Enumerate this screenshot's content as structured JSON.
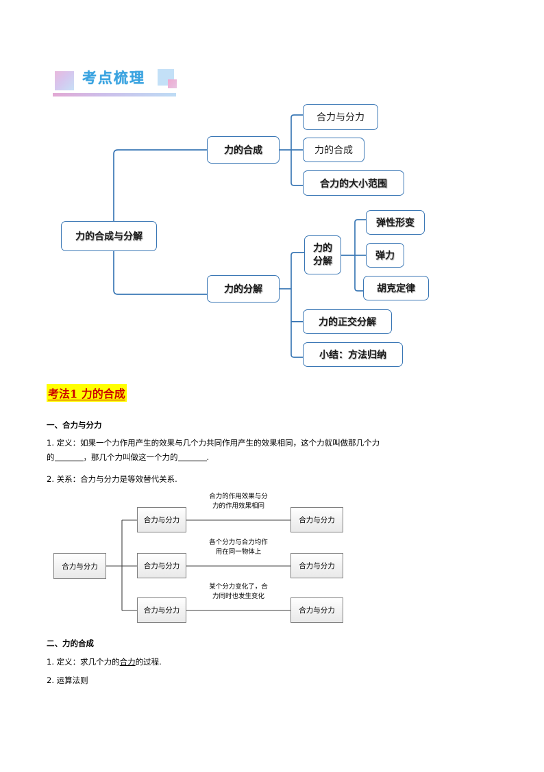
{
  "section_header": {
    "title": "考点梳理"
  },
  "mindmap1": {
    "root": "力的合成与分解",
    "branch1": {
      "label": "力的合成",
      "children": [
        "合力与分力",
        "力的合成",
        "合力的大小范围"
      ]
    },
    "branch2": {
      "label": "力的分解",
      "children": [
        {
          "label": "力的\n分解",
          "children": [
            "弹性形变",
            "弹力",
            "胡克定律"
          ]
        },
        {
          "label": "力的正交分解"
        },
        {
          "label": "小结：方法归纳"
        }
      ]
    }
  },
  "exam_heading": "考法1 力的合成",
  "section_one": {
    "heading": "一、合力与分力",
    "item1_prefix": "1. 定义：如果一个力作用产生的效果与几个力共同作用产生的效果相同，这个力就叫做那几个力",
    "item1_line2_a": "的",
    "item1_line2_b": "，那几个力叫做这一个力的",
    "item1_line2_c": ".",
    "item2": "2. 关系：合力与分力是等效替代关系."
  },
  "mindmap2": {
    "root": "合力与分力",
    "rows": [
      {
        "mid": "合力与分力",
        "edge_label": "合力的作用效果与分\n力的作用效果相同",
        "right": "合力与分力"
      },
      {
        "mid": "合力与分力",
        "edge_label": "各个分力与合力均作\n用在同一物体上",
        "right": "合力与分力"
      },
      {
        "mid": "合力与分力",
        "edge_label": "某个分力变化了，合\n力同时也发生变化",
        "right": "合力与分力"
      }
    ]
  },
  "section_two": {
    "heading": "二、力的合成",
    "item1_a": "1. 定义：求几个力的",
    "item1_b": "合力",
    "item1_c": "的过程.",
    "item2": "2. 运算法则"
  },
  "colors": {
    "node_border_blue": "#3a77b5",
    "node_border_gray": "#808080",
    "heading_red": "#cc0000",
    "highlight_yellow": "#ffff00",
    "header_blue": "#3aa3e0"
  }
}
